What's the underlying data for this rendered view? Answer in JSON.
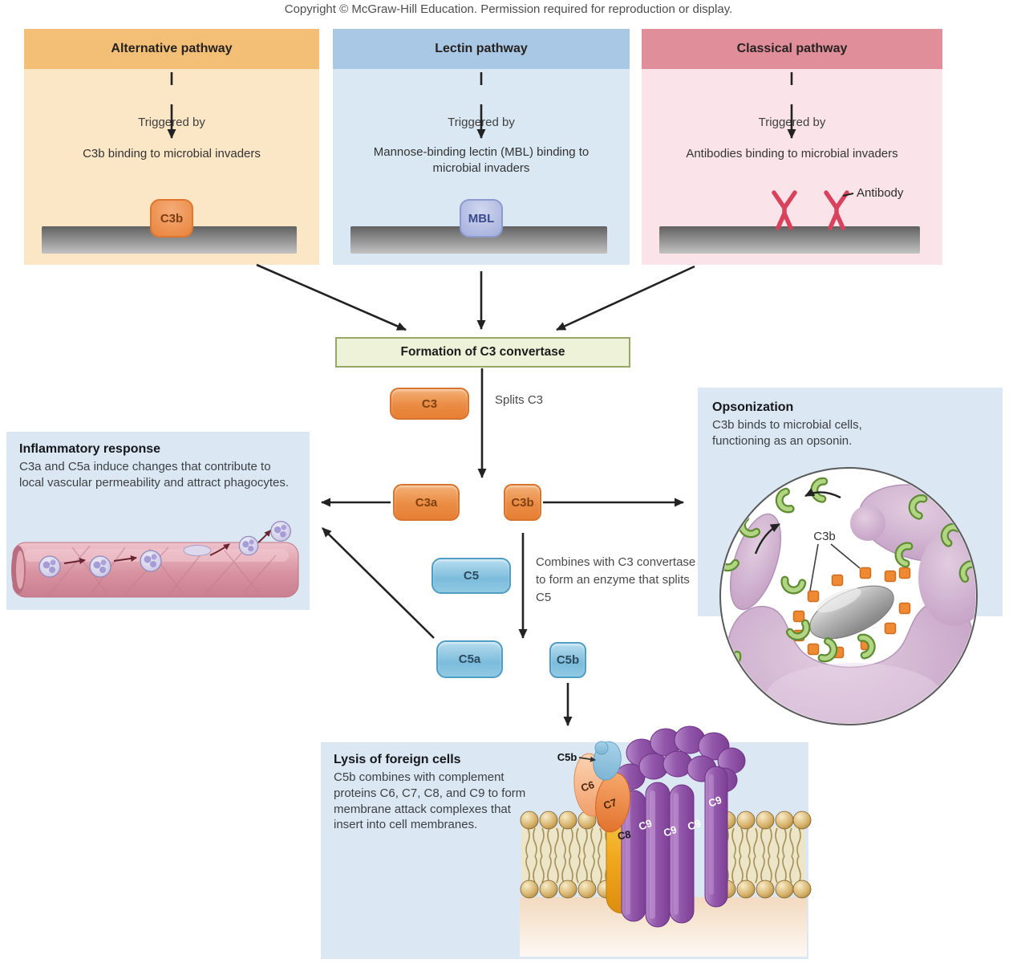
{
  "copyright": "Copyright © McGraw-Hill Education. Permission required for reproduction or display.",
  "pathways": {
    "alternative": {
      "title": "Alternative pathway",
      "triggered": "Triggered by",
      "desc": "C3b binding to microbial invaders",
      "marker": "C3b"
    },
    "lectin": {
      "title": "Lectin pathway",
      "triggered": "Triggered by",
      "desc": "Mannose-binding lectin (MBL) binding to microbial invaders",
      "marker": "MBL"
    },
    "classical": {
      "title": "Classical pathway",
      "triggered": "Triggered by",
      "desc": "Antibodies binding to microbial invaders",
      "antibody_label": "Antibody"
    }
  },
  "center": {
    "convertase_label": "Formation of C3 convertase",
    "c3": "C3",
    "splits_c3": "Splits C3",
    "c3a": "C3a",
    "c3b": "C3b",
    "c5": "C5",
    "combines": "Combines with C3 convertase to form an enzyme that splits C5",
    "c5a": "C5a",
    "c5b": "C5b"
  },
  "inflammatory": {
    "title": "Inflammatory response",
    "body": "C3a and C5a induce changes that contribute to local vascular permeability and attract phagocytes."
  },
  "opsonization": {
    "title": "Opsonization",
    "body": "C3b binds to microbial cells, functioning as an opsonin.",
    "c3b_label": "C3b"
  },
  "lysis": {
    "title": "Lysis of foreign cells",
    "body": "C5b combines with complement proteins C6, C7, C8, and C9 to form membrane attack complexes that insert into cell membranes.",
    "c5b_label": "C5b",
    "c6_label": "C6",
    "c7_label": "C7",
    "c8_label": "C8",
    "c9_label": "C9"
  },
  "colors": {
    "alternative_header": "#f3bf76",
    "alternative_body": "#fbe6c6",
    "lectin_header": "#a9c8e5",
    "lectin_body": "#d9e8f3",
    "classical_header": "#e18e9b",
    "classical_body": "#fae4e9",
    "convertase_bg": "#edf2d8",
    "convertase_border": "#97a565",
    "orange_pill": "#ec9350",
    "blue_pill": "#84c1dd",
    "info_box_bg": "#dbe8f4"
  }
}
